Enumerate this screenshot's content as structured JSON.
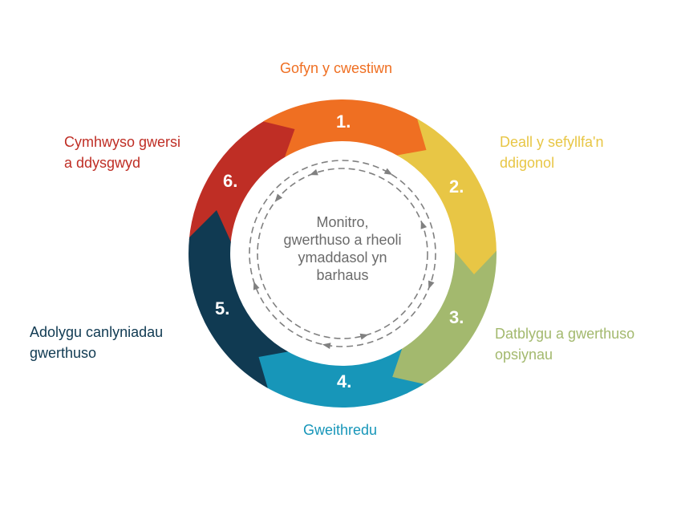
{
  "colors": {
    "step1": "#ef6f22",
    "step2": "#e8c645",
    "step3": "#a3b96e",
    "step4": "#1796b9",
    "step5": "#103a52",
    "step6": "#bf2e25",
    "center_text": "#6b6b6b",
    "dashed_ring": "#808080"
  },
  "center": {
    "lines": [
      "Monitro,",
      "gwerthuso a rheoli",
      "ymaddasol yn",
      "barhaus"
    ]
  },
  "steps": [
    {
      "number": "1.",
      "label_lines": [
        "Gofyn y cwestiwn"
      ]
    },
    {
      "number": "2.",
      "label_lines": [
        "Deall y sefyllfa'n",
        "ddigonol"
      ]
    },
    {
      "number": "3.",
      "label_lines": [
        "Datblygu a gwerthuso",
        "opsiynau"
      ]
    },
    {
      "number": "4.",
      "label_lines": [
        "Gweithredu"
      ]
    },
    {
      "number": "5.",
      "label_lines": [
        "Adolygu canlyniadau",
        "gwerthuso"
      ]
    },
    {
      "number": "6.",
      "label_lines": [
        "Cymhwyso gwersi",
        "a ddysgwyd"
      ]
    }
  ]
}
